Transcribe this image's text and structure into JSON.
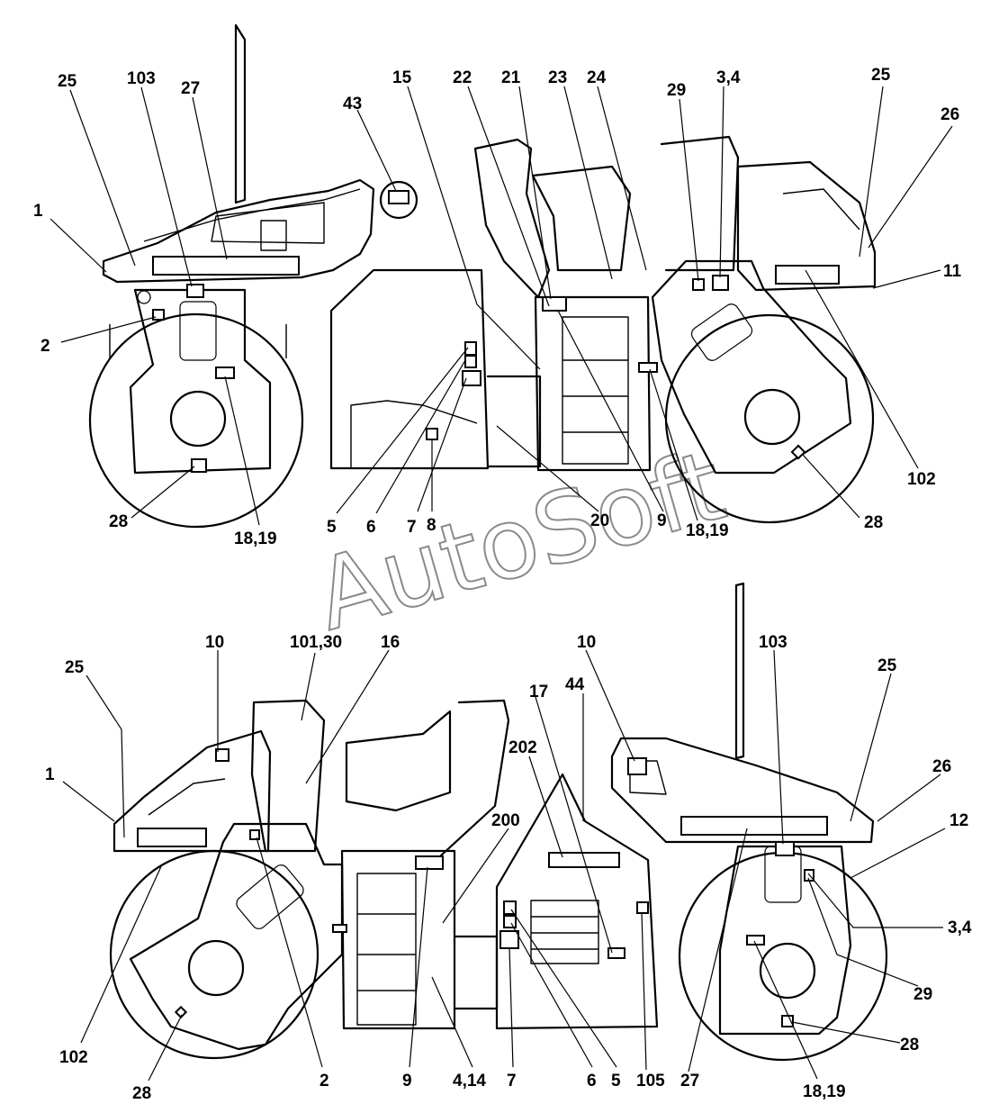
{
  "watermark": "AutoSoft",
  "top_view": {
    "labels": [
      "25",
      "103",
      "27",
      "1",
      "2",
      "43",
      "15",
      "22",
      "21",
      "23",
      "24",
      "29",
      "3,4",
      "25",
      "26",
      "11",
      "102",
      "28",
      "18,19",
      "5",
      "6",
      "7",
      "8",
      "20",
      "9",
      "18,19",
      "28"
    ]
  },
  "bottom_view": {
    "labels": [
      "25",
      "10",
      "101,30",
      "16",
      "10",
      "17",
      "44",
      "103",
      "25",
      "1",
      "202",
      "200",
      "26",
      "12",
      "3,4",
      "29",
      "28",
      "18,19",
      "27",
      "105",
      "5",
      "6",
      "7",
      "4,14",
      "9",
      "2",
      "28",
      "102"
    ]
  }
}
